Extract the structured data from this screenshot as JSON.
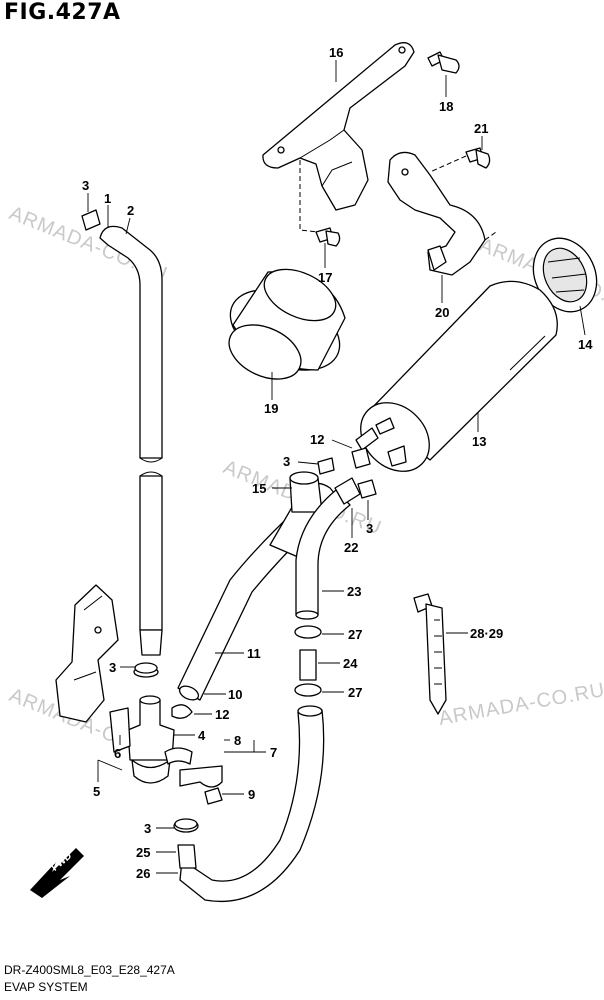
{
  "figure": {
    "title": "FIG.427A",
    "code": "DR-Z400SML8_E03_E28_427A",
    "name": "EVAP SYSTEM"
  },
  "watermark": "ARMADA-CO.RU",
  "direction_label": "FWD",
  "callouts": {
    "c1": "1",
    "c2": "2",
    "c3a": "3",
    "c3b": "3",
    "c3c": "3",
    "c3d": "3",
    "c3e": "3",
    "c4": "4",
    "c5": "5",
    "c6": "6",
    "c7": "7",
    "c8": "8",
    "c9": "9",
    "c10": "10",
    "c11": "11",
    "c12a": "12",
    "c12b": "12",
    "c13": "13",
    "c14": "14",
    "c15": "15",
    "c16": "16",
    "c17": "17",
    "c18": "18",
    "c19": "19",
    "c20": "20",
    "c21": "21",
    "c22": "22",
    "c23": "23",
    "c24": "24",
    "c25": "25",
    "c26": "26",
    "c27a": "27",
    "c27b": "27",
    "c2829": "28·29"
  }
}
